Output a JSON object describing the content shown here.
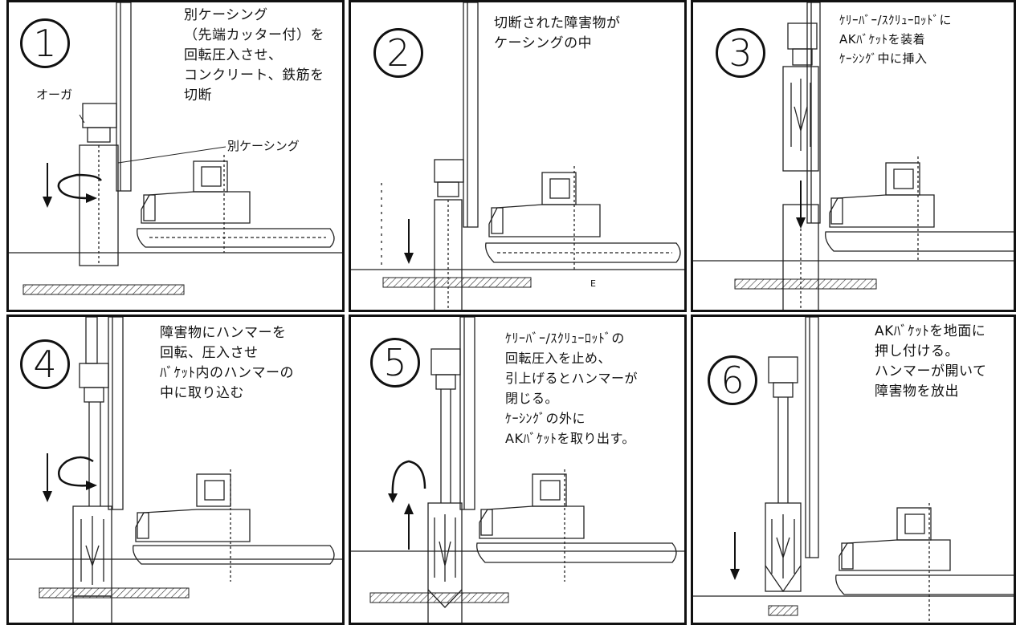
{
  "steps": [
    {
      "number": "1",
      "caption": "別ケーシング\n（先端カッター付）を\n回転圧入させ、\nコンクリート、鉄筋を\n切断",
      "labels": {
        "auger": "オーガ",
        "casing": "別ケーシング"
      }
    },
    {
      "number": "2",
      "caption": "切断された障害物が\nケーシングの中",
      "mark": "E"
    },
    {
      "number": "3",
      "caption": "ｹﾘｰﾊﾞｰ/ｽｸﾘｭｰﾛｯﾄﾞに\nAKﾊﾞｹｯﾄを装着\nｹｰｼﾝｸﾞ中に挿入"
    },
    {
      "number": "4",
      "caption": "障害物にハンマーを\n回転、圧入させ\nﾊﾞｹｯﾄ内のハンマーの\n中に取り込む"
    },
    {
      "number": "5",
      "caption": "ｹﾘｰﾊﾞｰ/ｽｸﾘｭｰﾛｯﾄﾞの\n回転圧入を止め、\n引上げるとハンマーが\n閉じる。\nｹｰｼﾝｸﾞの外に\nAKﾊﾞｹｯﾄを取り出す。"
    },
    {
      "number": "6",
      "caption": "AKﾊﾞｹｯﾄを地面に\n押し付ける。\nハンマーが開いて\n障害物を放出"
    }
  ],
  "icons": {
    "circular_arrow": "rotation-arrow-icon",
    "down_arrow": "down-arrow-icon",
    "up_arrow": "up-arrow-icon"
  }
}
